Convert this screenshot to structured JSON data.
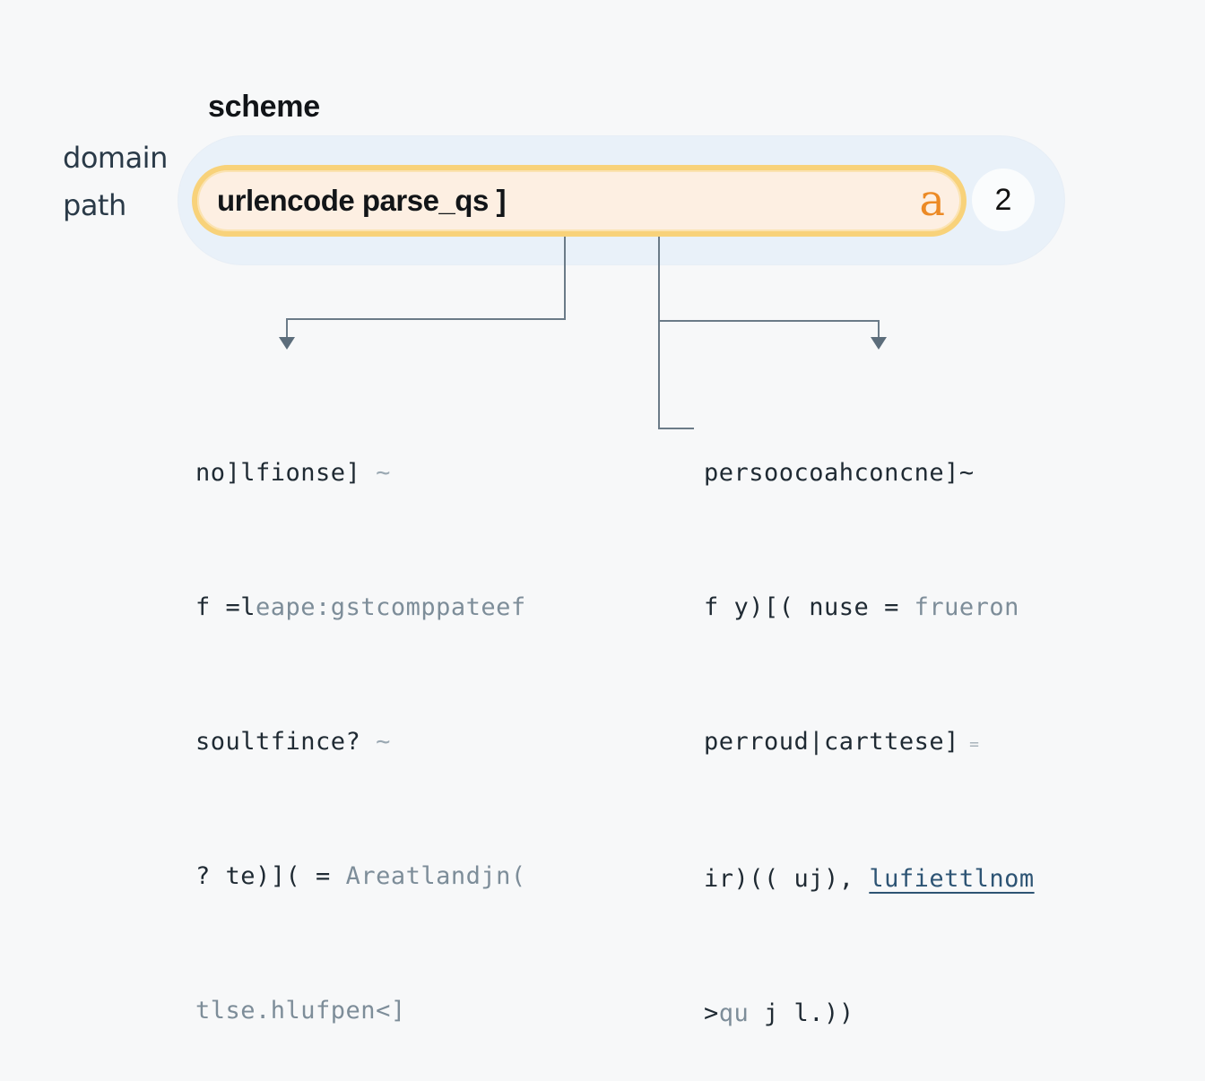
{
  "labels": {
    "scheme": "scheme",
    "domain": "domain",
    "path": "path"
  },
  "search": {
    "value": "urlencode parse_qs ]",
    "icon": "a",
    "icon_semantic": "amazon-a-icon",
    "badge": "2"
  },
  "colors": {
    "background": "#f7f8f9",
    "outer_pill": "#e9f1f9",
    "search_border": "#f8d27a",
    "search_fill": "#fdefe2",
    "icon": "#ec8a25",
    "connector": "#6b7b88",
    "text_dark": "#1f2a33",
    "text_dim": "#7d8d99",
    "link": "#2d5474"
  },
  "left_block": {
    "lines": [
      {
        "main": "no]lfionse]",
        "dim": "",
        "tail": " ~"
      },
      {
        "main": "f =l",
        "dim": "eape:gstcomppateef",
        "tail": ""
      },
      {
        "main": "soultfince?",
        "dim": "",
        "tail": " ~"
      },
      {
        "main": "? te)]( = ",
        "dim": "Areatlandjn(",
        "tail": ""
      },
      {
        "main": "",
        "dim": "tlse.hlufpen<]",
        "tail": ""
      }
    ]
  },
  "right_block": {
    "lines": [
      {
        "main": "persoocoahconcne]~",
        "dim": "",
        "link": "",
        "tail": ""
      },
      {
        "main": "f y)[( nuse = ",
        "dim": "frueron",
        "link": "",
        "tail": ""
      },
      {
        "main": "perroud|carttese]",
        "dim": "",
        "link": "",
        "tail": " ="
      },
      {
        "main": "ir)(( uj), ",
        "dim": "",
        "link": "lufiettlnom",
        "tail": ""
      },
      {
        "main": ">",
        "dim": "qu",
        "link": "",
        "tail": " j l.))"
      }
    ]
  }
}
